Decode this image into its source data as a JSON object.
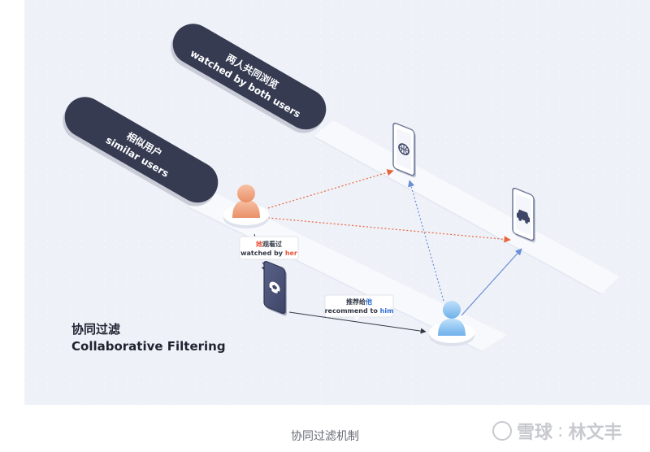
{
  "diagram": {
    "title_cn": "协同过滤",
    "title_en": "Collaborative Filtering",
    "labels": {
      "similar_users_cn": "相似用户",
      "similar_users_en": "similar users",
      "watched_both_cn": "两人共同浏览",
      "watched_both_en": "watched by both users",
      "she_watched_pre": "她",
      "she_watched_cn": "观看过",
      "she_watched_en_pre": "watched by ",
      "she_watched_en_her": "her",
      "recommend_cn": "推荐给",
      "recommend_him": "他",
      "recommend_en_pre": "recommend to ",
      "recommend_en_him": "him"
    },
    "colors": {
      "her": "#e8553a",
      "him": "#2f6fd6",
      "dark_label": "#363b52",
      "female_avatar": "#f0a17c",
      "male_avatar": "#8cc0ee"
    },
    "icons": [
      "basketball-icon",
      "car-icon",
      "football-icon"
    ]
  },
  "caption": "协同过滤机制",
  "watermark": {
    "brand": "雪球",
    "separator": ":",
    "author": "林文丰"
  }
}
